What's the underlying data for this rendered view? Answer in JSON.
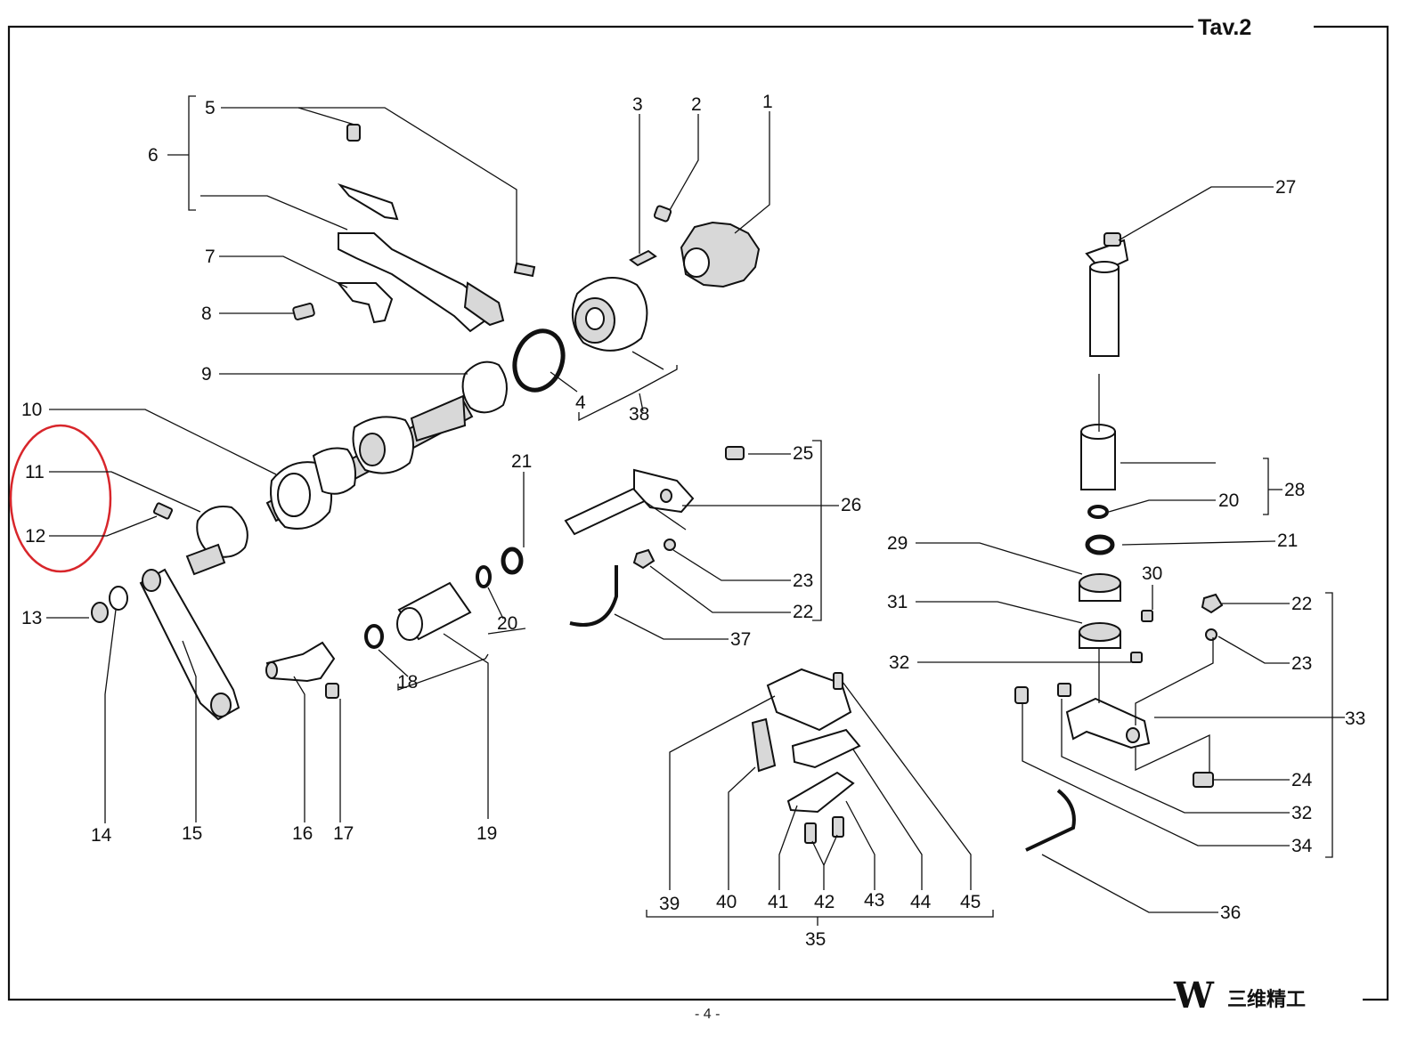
{
  "sheet": {
    "title": "Tav.2",
    "page_number": "- 4 -",
    "brand_mark": "W",
    "brand_text": "三维精工",
    "highlight_color": "#d8262b",
    "line_color": "#111111"
  },
  "callouts": {
    "n1": "1",
    "n2": "2",
    "n3": "3",
    "n4": "4",
    "n5": "5",
    "n6": "6",
    "n7": "7",
    "n8": "8",
    "n9": "9",
    "n10": "10",
    "n11": "11",
    "n12": "12",
    "n13": "13",
    "n14": "14",
    "n15": "15",
    "n16": "16",
    "n17": "17",
    "n18": "18",
    "n19": "19",
    "n20a": "20",
    "n20b": "20",
    "n21a": "21",
    "n21b": "21",
    "n22a": "22",
    "n22b": "22",
    "n23a": "23",
    "n23b": "23",
    "n24": "24",
    "n25": "25",
    "n26": "26",
    "n27": "27",
    "n28": "28",
    "n29": "29",
    "n30": "30",
    "n31": "31",
    "n32a": "32",
    "n32b": "32",
    "n33": "33",
    "n34": "34",
    "n35": "35",
    "n36": "36",
    "n37": "37",
    "n38": "38",
    "n39": "39",
    "n40": "40",
    "n41": "41",
    "n42": "42",
    "n43": "43",
    "n44": "44",
    "n45": "45"
  }
}
